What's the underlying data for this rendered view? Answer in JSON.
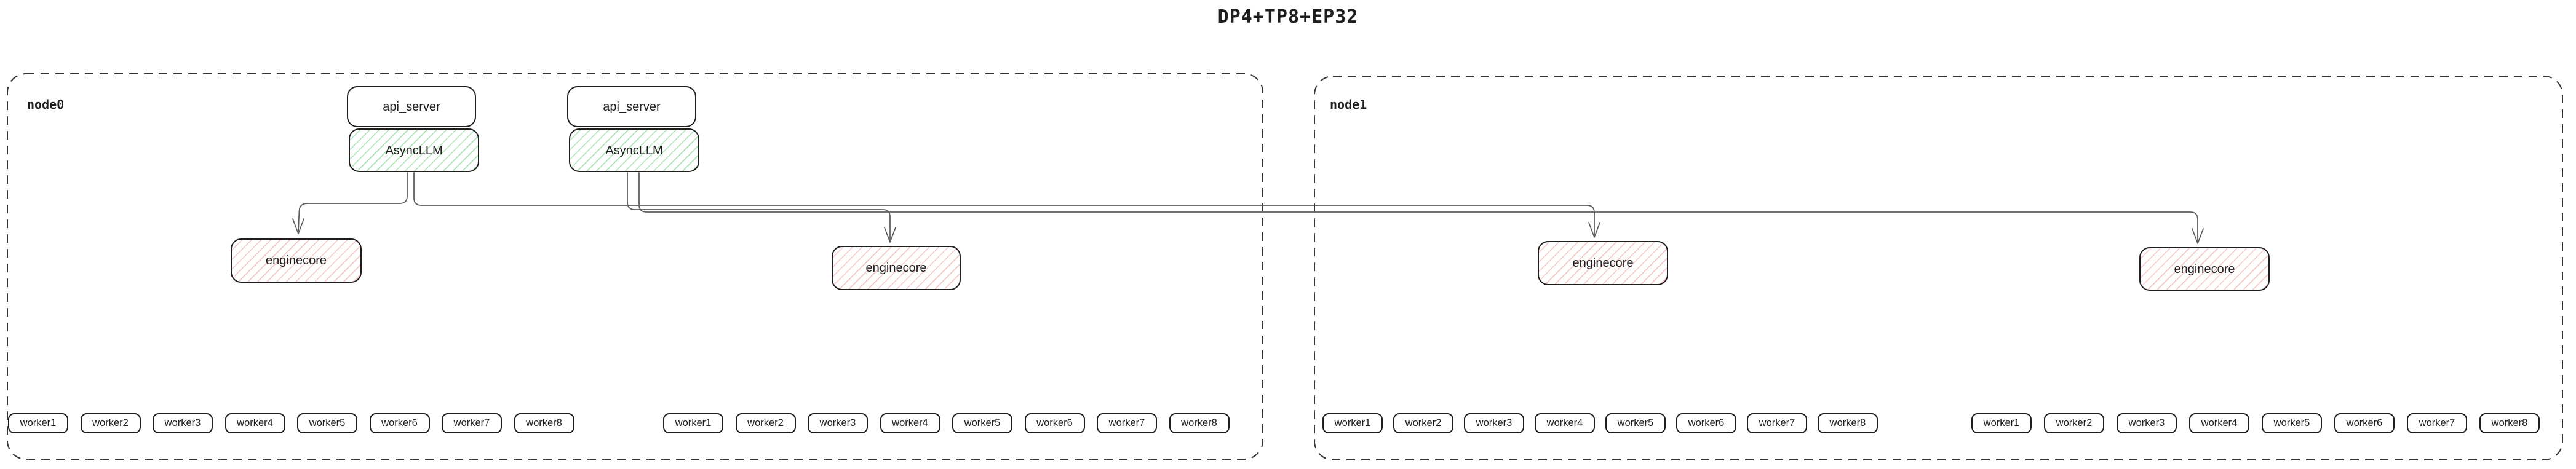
{
  "title": "DP4+TP8+EP32",
  "colors": {
    "stroke": "#1e1e1e",
    "arrow": "#5c5c5c",
    "green_accent": "#40c057",
    "red_accent": "#e03131",
    "node_border": "#343434"
  },
  "nodes": [
    {
      "label": "node0",
      "stacks": [
        {
          "api_server": "api_server",
          "asyncllm": "AsyncLLM"
        },
        {
          "api_server": "api_server",
          "asyncllm": "AsyncLLM"
        }
      ],
      "enginecores": [
        "enginecore",
        "enginecore"
      ],
      "worker_groups": [
        [
          "worker1",
          "worker2",
          "worker3",
          "worker4",
          "worker5",
          "worker6",
          "worker7",
          "worker8"
        ],
        [
          "worker1",
          "worker2",
          "worker3",
          "worker4",
          "worker5",
          "worker6",
          "worker7",
          "worker8"
        ]
      ]
    },
    {
      "label": "node1",
      "stacks": [],
      "enginecores": [
        "enginecore",
        "enginecore"
      ],
      "worker_groups": [
        [
          "worker1",
          "worker2",
          "worker3",
          "worker4",
          "worker5",
          "worker6",
          "worker7",
          "worker8"
        ],
        [
          "worker1",
          "worker2",
          "worker3",
          "worker4",
          "worker5",
          "worker6",
          "worker7",
          "worker8"
        ]
      ]
    }
  ]
}
